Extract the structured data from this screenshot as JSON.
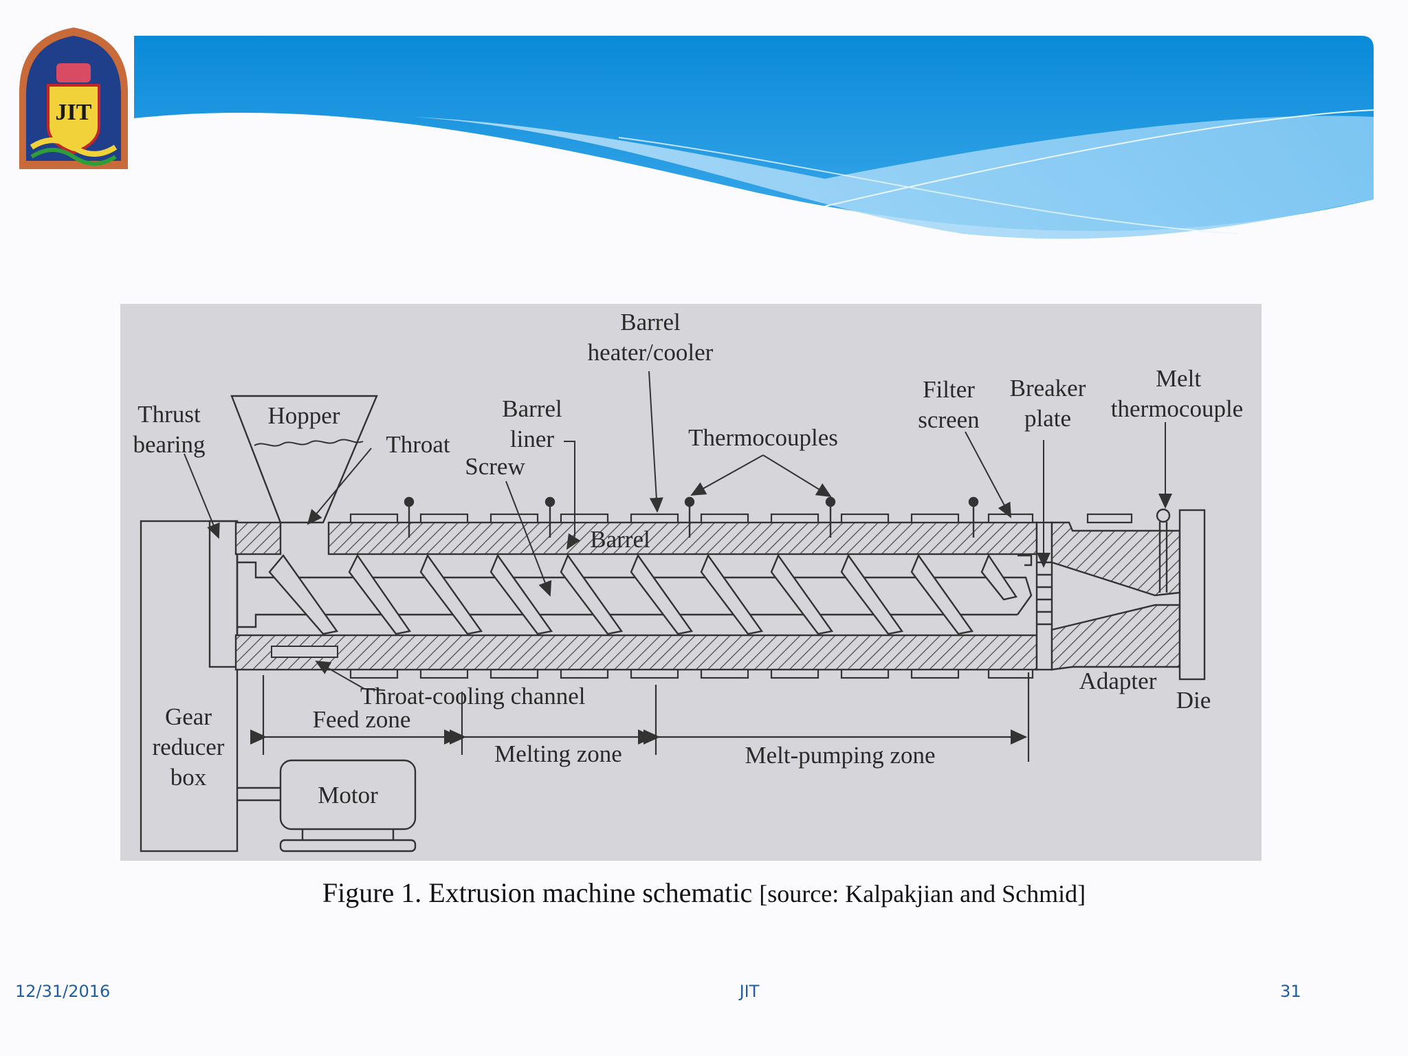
{
  "logo": {
    "text": "JIT"
  },
  "diagram": {
    "labels": {
      "barrel_heater": [
        "Barrel",
        "heater/cooler"
      ],
      "thrust_bearing": [
        "Thrust",
        "bearing"
      ],
      "hopper": "Hopper",
      "throat": "Throat",
      "barrel_liner": [
        "Barrel",
        "liner"
      ],
      "screw": "Screw",
      "thermocouples": "Thermocouples",
      "filter_screen": [
        "Filter",
        "screen"
      ],
      "breaker_plate": [
        "Breaker",
        "plate"
      ],
      "melt_thermocouple": [
        "Melt",
        "thermocouple"
      ],
      "barrel": "Barrel",
      "throat_cooling_channel": "Throat-cooling channel",
      "feed_zone": "Feed zone",
      "melting_zone": "Melting zone",
      "melt_pumping_zone": "Melt-pumping zone",
      "gear_reducer_box": [
        "Gear",
        "reducer",
        "box"
      ],
      "motor": "Motor",
      "adapter": "Adapter",
      "die": "Die"
    }
  },
  "caption": {
    "main": "Figure 1. Extrusion machine schematic ",
    "source": "[source: Kalpakjian and Schmid]"
  },
  "footer": {
    "date": "12/31/2016",
    "center": "JIT",
    "page": "31"
  }
}
